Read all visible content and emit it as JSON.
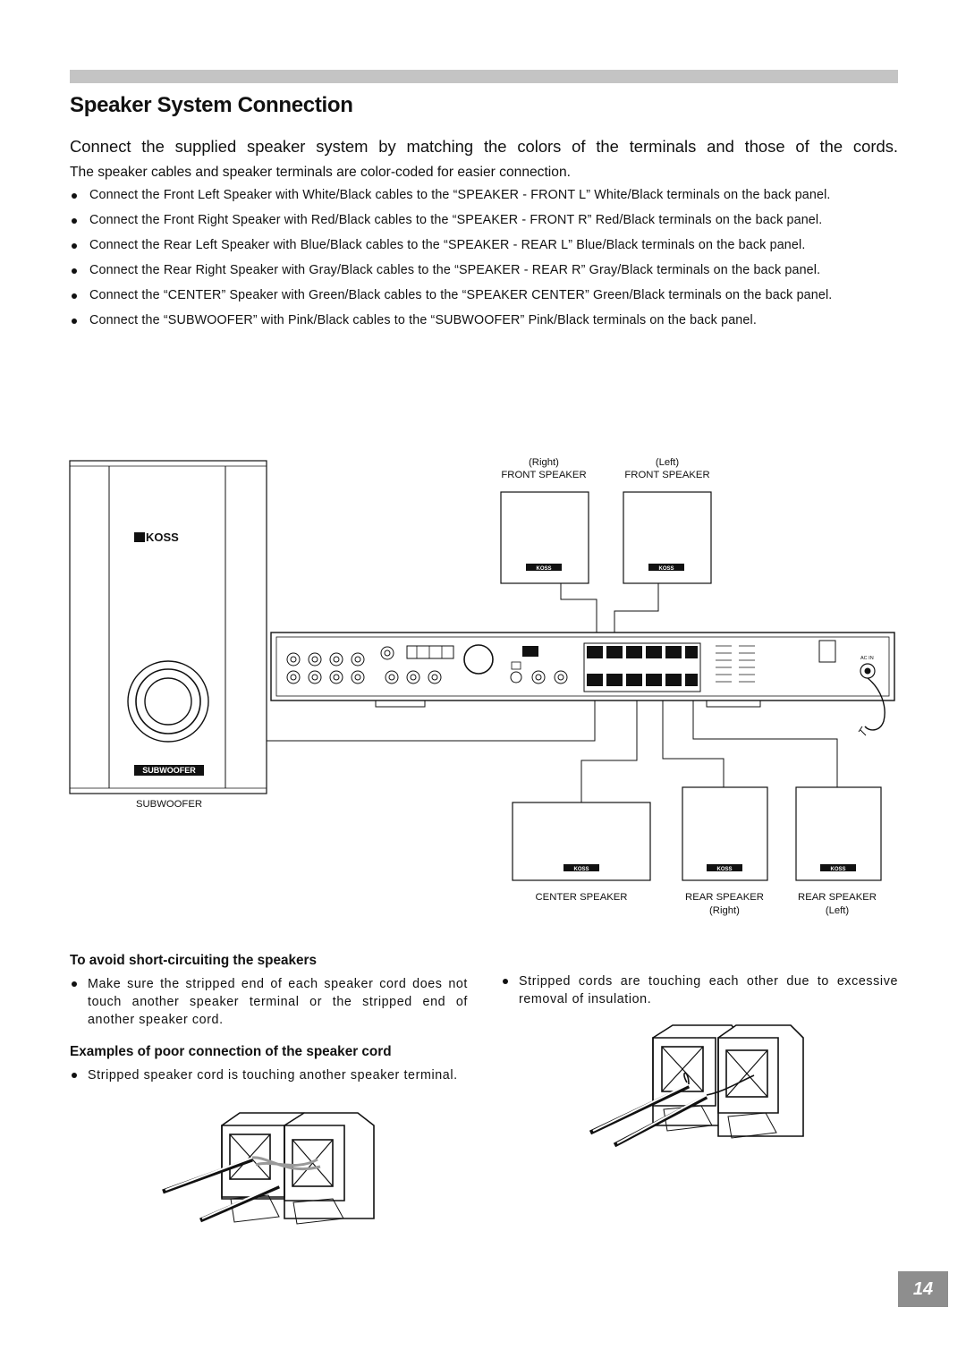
{
  "heading": "Speaker System Connection",
  "intro": "Connect the supplied speaker system by matching the colors of the terminals and those of the cords.",
  "subintro": "The speaker cables and speaker terminals are color-coded for easier connection.",
  "bullets": [
    "Connect the Front Left Speaker with White/Black cables to the “SPEAKER - FRONT L” White/Black terminals on the back panel.",
    "Connect the Front Right Speaker with Red/Black cables to the “SPEAKER - FRONT R” Red/Black terminals on the back panel.",
    "Connect the Rear Left Speaker with Blue/Black cables to the “SPEAKER - REAR L” Blue/Black terminals on the back panel.",
    "Connect the Rear Right Speaker with Gray/Black cables to the “SPEAKER - REAR R” Gray/Black terminals on the back panel.",
    "Connect the “CENTER” Speaker with Green/Black cables to the “SPEAKER CENTER” Green/Black terminals on the back panel.",
    "Connect the “SUBWOOFER” with Pink/Black cables to the “SUBWOOFER” Pink/Black terminals on the back panel."
  ],
  "diagram": {
    "front_right": {
      "pos": "(Right)",
      "name": "FRONT SPEAKER"
    },
    "front_left": {
      "pos": "(Left)",
      "name": "FRONT SPEAKER"
    },
    "subwoofer_badge": "SUBWOOFER",
    "subwoofer_label": "SUBWOOFER",
    "center_label": "CENTER SPEAKER",
    "rear_right": {
      "name": "REAR SPEAKER",
      "pos": "(Right)"
    },
    "rear_left": {
      "name": "REAR SPEAKER",
      "pos": "(Left)"
    },
    "brand": "KOSS",
    "ac_in": "AC IN"
  },
  "short_circuit": {
    "heading": "To avoid short-circuiting the speakers",
    "item": "Make sure the stripped end of each speaker cord does not touch another speaker terminal or the stripped end of another speaker cord."
  },
  "poor_connection": {
    "heading": "Examples of poor connection of the speaker cord",
    "item": "Stripped speaker cord is touching another speaker terminal."
  },
  "right_item": "Stripped cords are touching each other due to excessive removal of insulation.",
  "page_number": "14"
}
